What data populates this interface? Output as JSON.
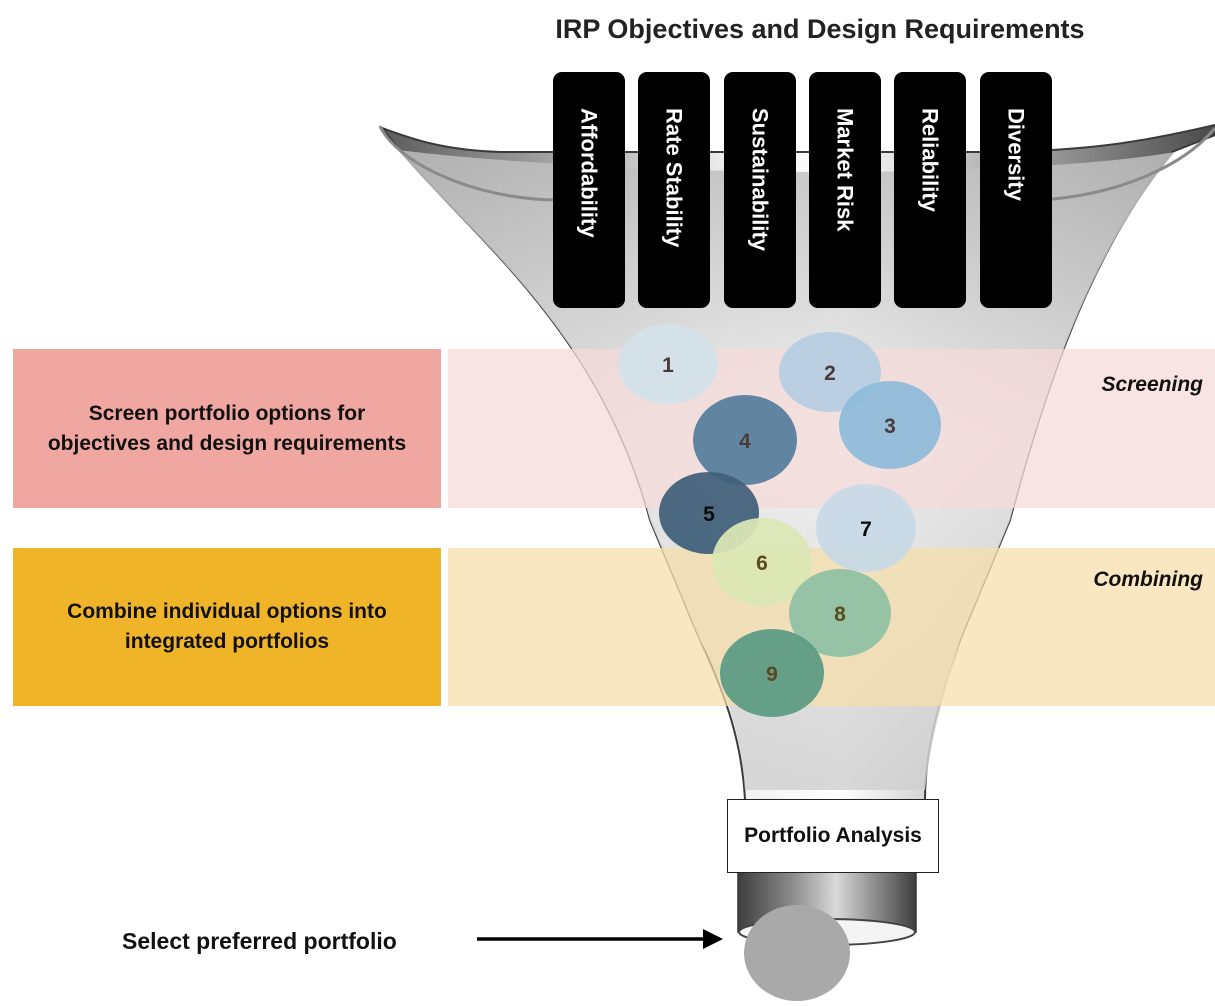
{
  "title": "IRP Objectives and Design Requirements",
  "objectives": [
    "Affordability",
    "Rate Stability",
    "Sustainability",
    "Market Risk",
    "Reliability",
    "Diversity"
  ],
  "screen_box": "Screen portfolio options for objectives and design requirements",
  "combine_box": "Combine individual options into integrated portfolios",
  "screening_label": "Screening",
  "combining_label": "Combining",
  "portfolio_analysis": "Portfolio Analysis",
  "select_label": "Select preferred portfolio",
  "options": [
    {
      "label": "1",
      "fill": "#d3e1ea",
      "text": "#4a3a3a"
    },
    {
      "label": "2",
      "fill": "#b7cde2",
      "text": "#4a3a3a"
    },
    {
      "label": "3",
      "fill": "#8ebad9",
      "text": "#4a3a3a"
    },
    {
      "label": "4",
      "fill": "#557e9c",
      "text": "#4a3a3a"
    },
    {
      "label": "5",
      "fill": "#3f5f7a",
      "text": "#0b0b0b"
    },
    {
      "label": "6",
      "fill": "#dbe7b6",
      "text": "#5a4a20"
    },
    {
      "label": "7",
      "fill": "#c7d9e6",
      "text": "#0b0b0b"
    },
    {
      "label": "8",
      "fill": "#8fc1a5",
      "text": "#5a4a20"
    },
    {
      "label": "9",
      "fill": "#5a9a83",
      "text": "#5a4a20"
    }
  ],
  "colors": {
    "screen_box": "#f0a7a1",
    "screen_band": "#f7d9d9",
    "combine_box": "#f0b429",
    "combine_band": "#f7deaa",
    "objective_tab": "#000000",
    "output_circle": "#a9a9a9"
  }
}
